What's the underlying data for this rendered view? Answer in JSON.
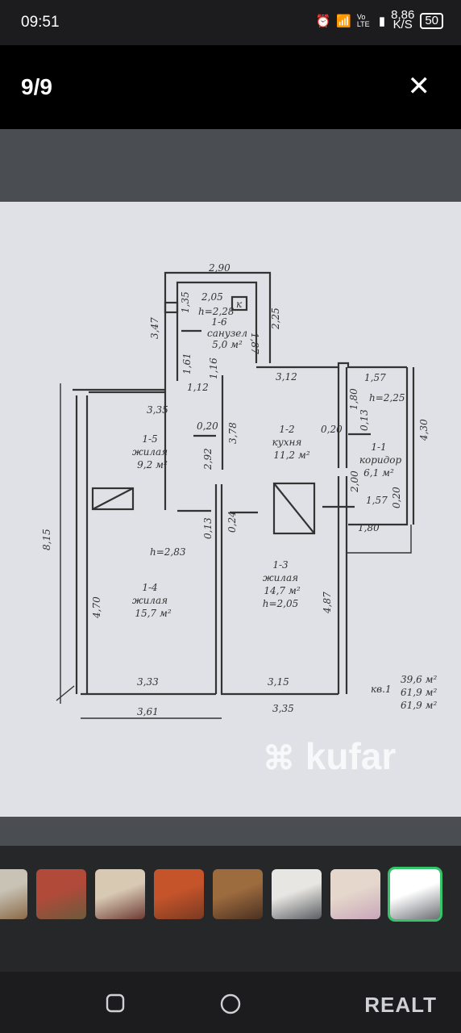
{
  "status": {
    "time": "09:51",
    "net_speed": "8,86",
    "net_unit": "K/S",
    "volte": "Vo LTE",
    "battery": "50"
  },
  "viewer": {
    "counter": "9/9"
  },
  "plan": {
    "dims": {
      "top": "2,90",
      "top_inner": "2,05",
      "height_top": "h=2,28",
      "k_label": "к",
      "left_top": "3,47",
      "d135": "1,35",
      "d187": "1,87",
      "d225": "2,25",
      "d161": "1,61",
      "d116": "1,16",
      "d312": "3,12",
      "d157a": "1,57",
      "d180a": "1,80",
      "h225": "h=2,25",
      "d013a": "0,13",
      "d112": "1,12",
      "d335a": "3,35",
      "d020a": "0,20",
      "d378": "3,78",
      "d020b": "0,20",
      "d430": "4,30",
      "d292": "2,92",
      "d200": "2,00",
      "d157b": "1,57",
      "d020c": "0,20",
      "d815": "8,15",
      "d013b": "0,13",
      "d024": "0,24",
      "d180b": "1,80",
      "h283": "h=2,83",
      "d470": "4,70",
      "d487": "4,87",
      "d333": "3,33",
      "d315": "3,15",
      "d361": "3,61",
      "d335b": "3,35"
    },
    "rooms": [
      {
        "id": "1-6",
        "name": "санузел",
        "area": "5,0 м²"
      },
      {
        "id": "1-5",
        "name": "жилая",
        "area": "9,2 м²"
      },
      {
        "id": "1-2",
        "name": "кухня",
        "area": "11,2 м²"
      },
      {
        "id": "1-1",
        "name": "коридор",
        "area": "6,1 м²"
      },
      {
        "id": "1-3",
        "name": "жилая",
        "area": "14,7 м²",
        "height": "h=2,05"
      },
      {
        "id": "1-4",
        "name": "жилая",
        "area": "15,7 м²"
      }
    ],
    "summary": {
      "label": "кв.1",
      "values": [
        "39,6 м²",
        "61,9 м²",
        "61,9 м²"
      ]
    },
    "watermark": "kufar"
  },
  "thumbnails": [
    {
      "label": "photo 1",
      "colors": [
        "#c9c3b6",
        "#8b6a48"
      ]
    },
    {
      "label": "photo 2",
      "colors": [
        "#b24a3a",
        "#6b5a3c"
      ]
    },
    {
      "label": "photo 3",
      "colors": [
        "#d8c9b3",
        "#6e3b35"
      ]
    },
    {
      "label": "photo 4",
      "colors": [
        "#c5542b",
        "#7a3a22"
      ]
    },
    {
      "label": "photo 5",
      "colors": [
        "#9c6b3e",
        "#4b3022"
      ]
    },
    {
      "label": "photo 6",
      "colors": [
        "#e8e6e2",
        "#5a5d63"
      ]
    },
    {
      "label": "photo 7",
      "colors": [
        "#e5d7cc",
        "#c8a6b9"
      ]
    },
    {
      "label": "photo 8",
      "colors": [
        "#ffffff",
        "#6d6f74"
      ]
    }
  ],
  "navbar": {
    "brand": "REALT"
  },
  "colors": {
    "accent": "#36c46a"
  }
}
